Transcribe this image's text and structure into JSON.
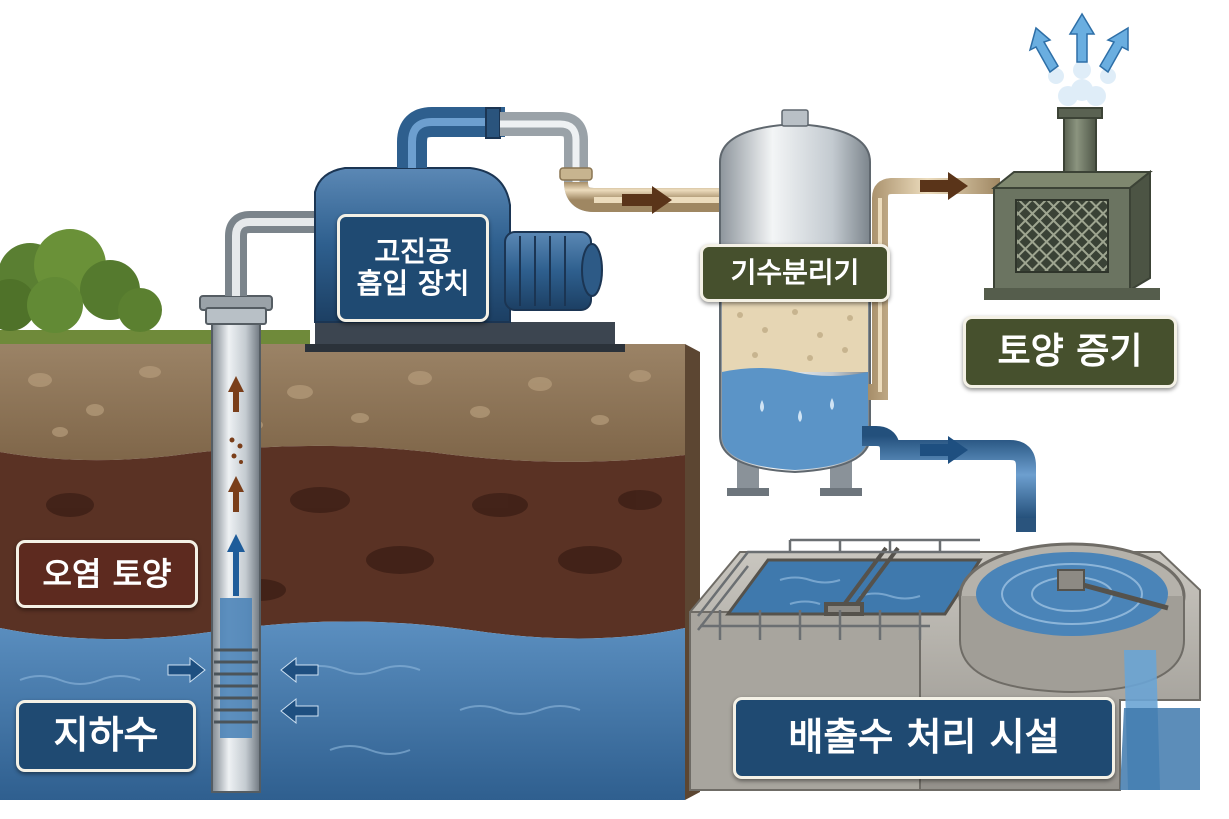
{
  "labels": {
    "vacuum_line1": "고진공",
    "vacuum_line2": "흡입 장치",
    "separator": "기수분리기",
    "soil_vapor": "토양 증기",
    "contaminated_soil": "오염 토양",
    "groundwater": "지하수",
    "wastewater_facility": "배출수 처리 시설"
  },
  "colors": {
    "label_blue": "#1f4a72",
    "label_green": "#46502d",
    "label_brown": "#5d2a1f",
    "pump_blue": "#2e5f8e",
    "water_blue": "#3f79ad",
    "flow_arrow_brown": "#5a3419",
    "flow_arrow_blue": "#1e4f80",
    "pipe_tan": "#cdb58d"
  },
  "icons": {
    "vapor_release": "arrow-up-icon",
    "flow_direction": "arrow-right-icon",
    "groundwater_inflow": "arrow-right-icon"
  }
}
